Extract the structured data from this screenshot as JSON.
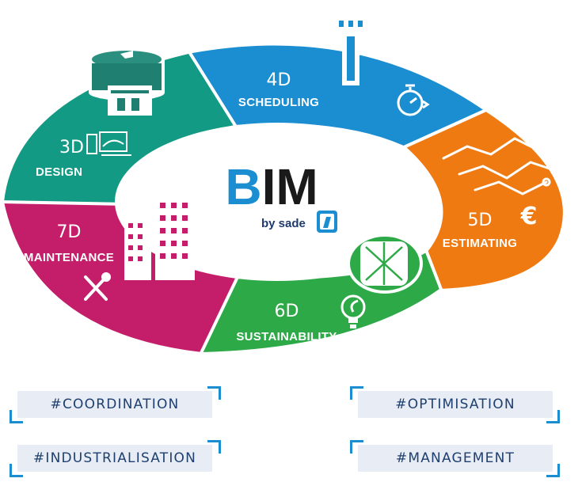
{
  "title": {
    "accent": "B",
    "rest": "IM",
    "subtitle": "by sade"
  },
  "segments": [
    {
      "num": "3D",
      "name": "DESIGN",
      "color": "#139a84"
    },
    {
      "num": "4D",
      "name": "SCHEDULING",
      "color": "#1b8ed1"
    },
    {
      "num": "5D",
      "name": "ESTIMATING",
      "color": "#ef7a12"
    },
    {
      "num": "6D",
      "name": "SUSTAINABILITY",
      "color": "#2ea947"
    },
    {
      "num": "7D",
      "name": "MAINTENANCE",
      "color": "#c41e6a"
    }
  ],
  "colors": {
    "title_accent": "#1b8ed1",
    "title_text": "#1a1a1a",
    "tag_text": "#1e3f6f",
    "bracket": "#1b8ed1"
  },
  "icons": [
    "water-tank-icon",
    "control-tower-icon",
    "stopwatch-icon",
    "circuit-icon",
    "euro-icon",
    "solar-cylinder-icon",
    "lightbulb-icon",
    "buildings-icon",
    "tools-icon",
    "computer-icon",
    "sade-logo-icon"
  ],
  "tags": [
    "#COORDINATION",
    "#OPTIMISATION",
    "#INDUSTRIALISATION",
    "#MANAGEMENT"
  ]
}
